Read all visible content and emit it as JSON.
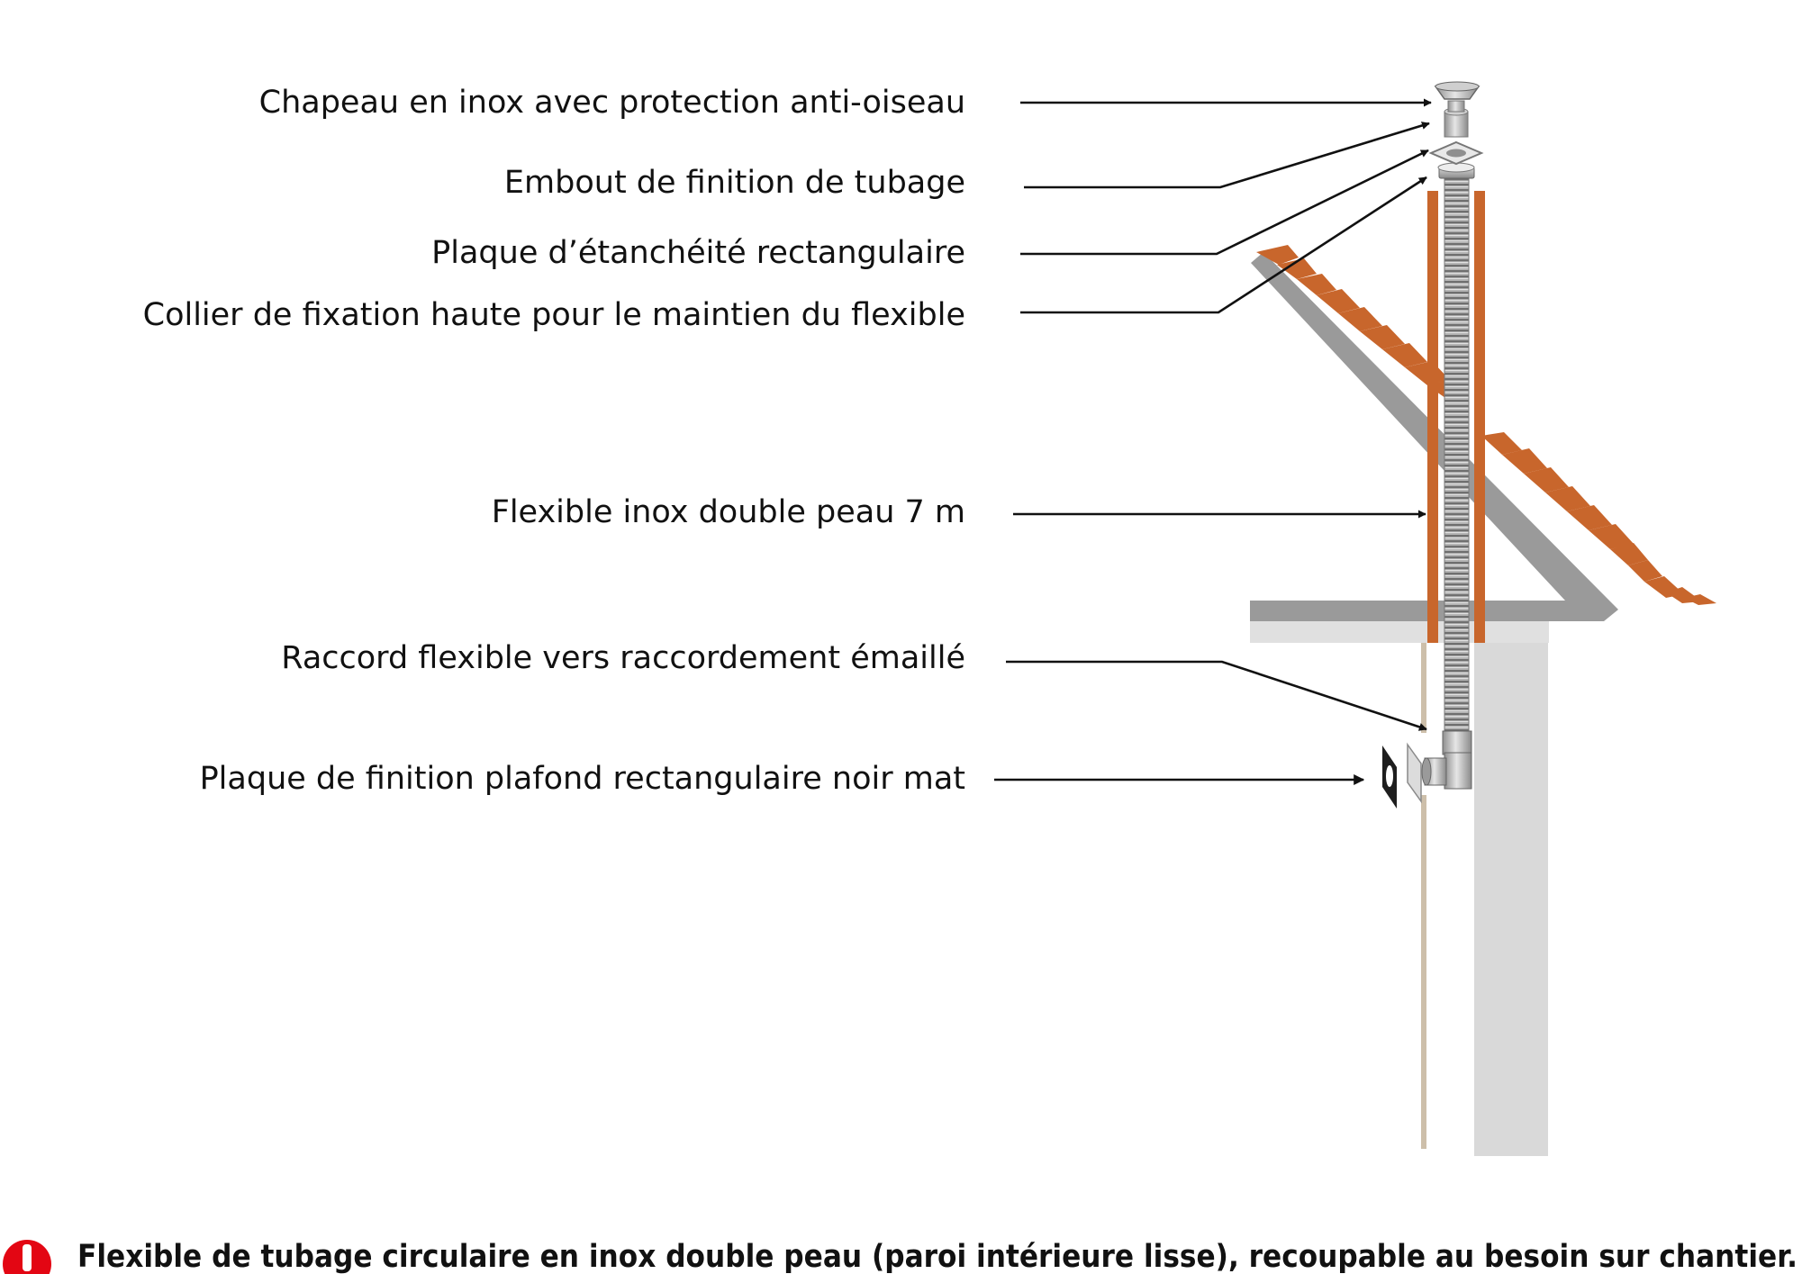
{
  "labels": [
    {
      "id": "chapeau",
      "text": "Chapeau en inox avec protection anti-oiseau"
    },
    {
      "id": "embout",
      "text": "Embout de finition de tubage"
    },
    {
      "id": "plaque-etancheite",
      "text": "Plaque d’étanchéité rectangulaire"
    },
    {
      "id": "collier",
      "text": "Collier de fixation haute pour le maintien du flexible"
    },
    {
      "id": "flexible",
      "text": "Flexible inox double peau 7 m"
    },
    {
      "id": "raccord",
      "text": "Raccord flexible vers raccordement émaillé"
    },
    {
      "id": "plaque-plafond",
      "text": "Plaque de finition plafond rectangulaire noir mat"
    }
  ],
  "footer": {
    "icon": "exclamation-icon",
    "text": "Flexible de tubage circulaire en inox double peau (paroi intérieure lisse), recoupable au besoin sur chantier."
  },
  "colors": {
    "roof_tiles": "#c8662c",
    "roof_structure": "#999999",
    "wall": "#d9d9d9",
    "ceiling_line": "#cdbfaa",
    "flue_pipe": "#a8a8a8",
    "warning": "#e30613",
    "text": "#111111"
  }
}
